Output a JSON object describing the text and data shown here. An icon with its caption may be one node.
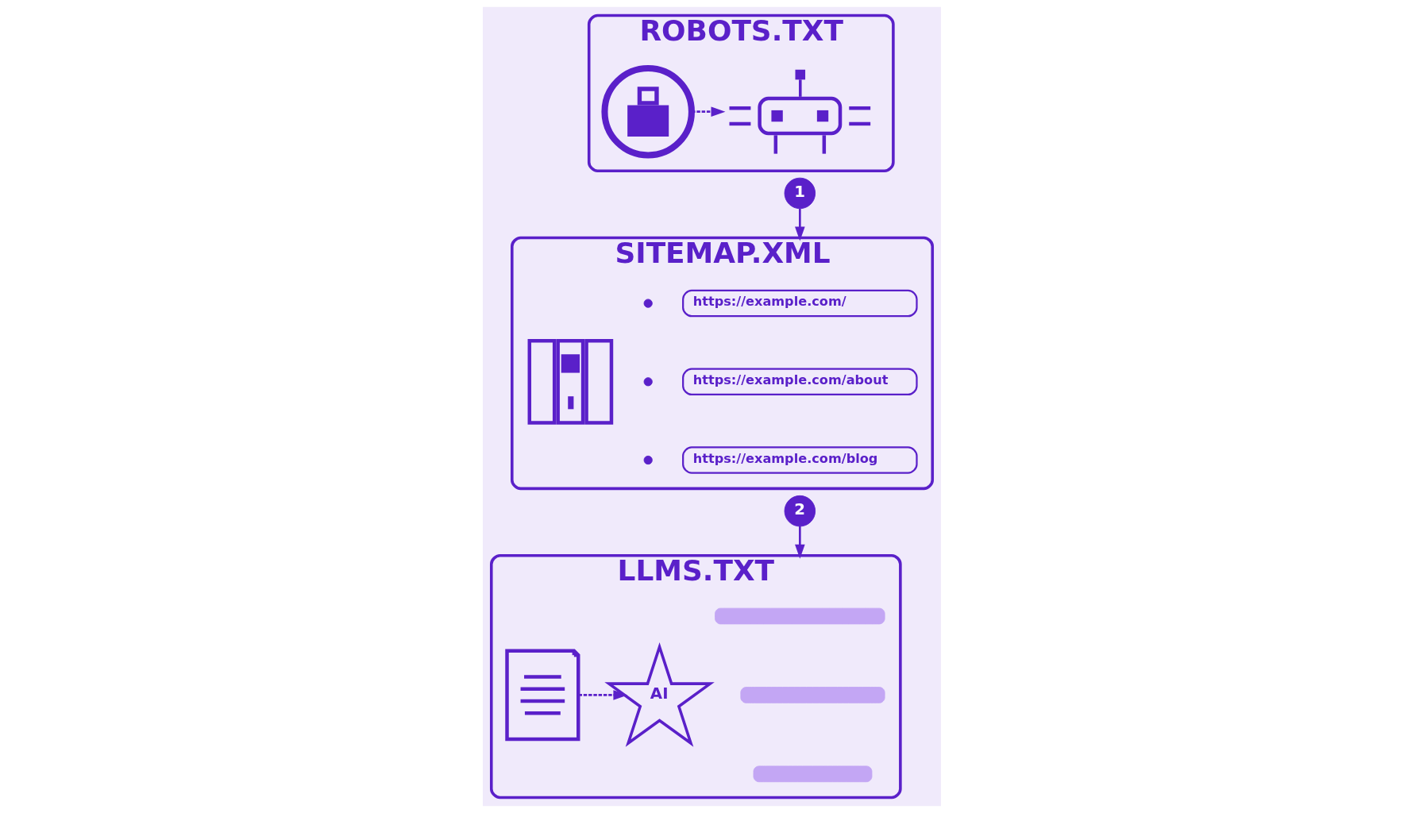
{
  "diagram": {
    "nodes": [
      {
        "text": [
          "ROBOTS.TXT"
        ]
      },
      {
        "text": [],
        "shape": "picture",
        "in": 0
      },
      {
        "text": [],
        "shape": "picture",
        "in": 0
      },
      {
        "text": [
          "1"
        ]
      },
      {
        "text": [
          "SITEMAP.XML"
        ]
      },
      {
        "text": [],
        "shape": "picture",
        "in": 4
      },
      {
        "text": [
          "https://example.com/"
        ],
        "in": 4
      },
      {
        "text": [
          "https://example.com/about"
        ],
        "in": 4
      },
      {
        "text": [
          "https://example.com/blog"
        ],
        "in": 4
      },
      {
        "text": [
          "2"
        ]
      },
      {
        "text": [
          "LLMS.TXT"
        ]
      },
      {
        "text": [],
        "shape": "picture",
        "in": 10
      },
      {
        "text": [
          "AI"
        ],
        "in": 10
      },
      {
        "text": [],
        "shape": "bar",
        "in": 10
      },
      {
        "text": [],
        "shape": "bar",
        "in": 10
      },
      {
        "text": [],
        "shape": "bar",
        "in": 10
      }
    ],
    "edges": [
      {
        "from": 1,
        "to": 2,
        "arrow": "to",
        "style": "dashed"
      },
      {
        "from": 3,
        "to": 4,
        "arrow": "to"
      },
      {
        "from": 9,
        "to": 10,
        "arrow": "to"
      },
      {
        "from": 11,
        "to": 12,
        "arrow": "to",
        "style": "dashed"
      }
    ]
  }
}
